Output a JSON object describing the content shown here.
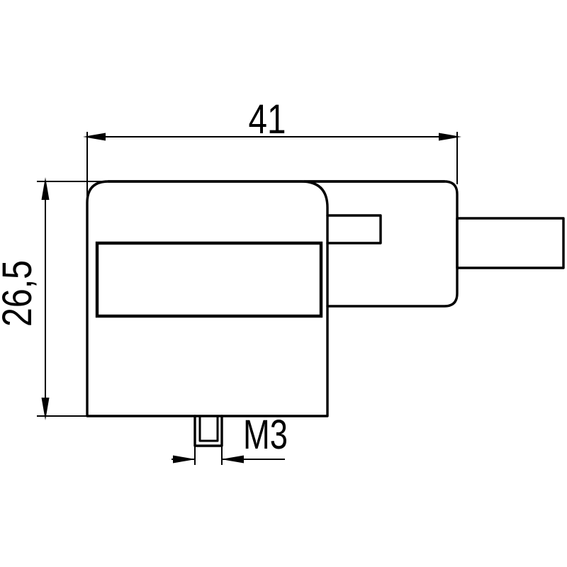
{
  "drawing": {
    "type": "technical-dimension-drawing",
    "subject": "right-angle valve connector with cable outlet",
    "dimensions": {
      "width_label": "41",
      "height_label": "26,5",
      "thread_label": "M3"
    },
    "colors": {
      "line": "#000000",
      "background": "#ffffff",
      "text": "#000000"
    }
  }
}
